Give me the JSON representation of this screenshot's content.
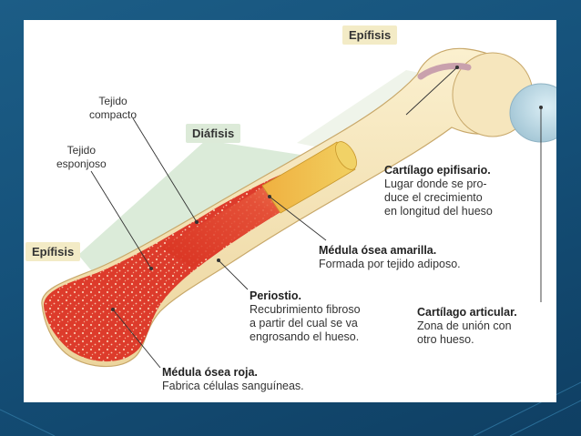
{
  "labels": {
    "epifisis_top": "Epífisis",
    "epifisis_left": "Epífisis",
    "diafisis": "Diáfisis",
    "tejido_compacto": [
      "Tejido",
      "compacto"
    ],
    "tejido_esponjoso": [
      "Tejido",
      "esponjoso"
    ],
    "cartilago_epifisario": {
      "title": "Cartílago epifisario.",
      "lines": [
        "Lugar donde se pro-",
        "duce el crecimiento",
        "en longitud del hueso"
      ]
    },
    "medula_amarilla": {
      "title": "Médula ósea amarilla.",
      "lines": [
        "Formada por tejido adiposo."
      ]
    },
    "periostio": {
      "title": "Periostio.",
      "lines": [
        "Recubrimiento fibroso",
        "a partir del cual se va",
        "engrosando el hueso."
      ]
    },
    "cartilago_articular": {
      "title": "Cartílago articular.",
      "lines": [
        "Zona de unión con",
        "otro hueso."
      ]
    },
    "medula_roja": {
      "title": "Médula ósea roja.",
      "lines": [
        "Fabrica células sanguíneas."
      ]
    }
  },
  "colors": {
    "background": "#15517a",
    "panel": "#ffffff",
    "tag_bg": "#f3ebc6",
    "diafisis_tag_bg": "#dcead8",
    "bone": "#f6e6b6",
    "bone_head": "#f2ddb0",
    "red_marrow": "#dd3a2c",
    "yellow_marrow": "#e8c23c",
    "cartilage_articular": "#b6d4e0",
    "cartilage_epiphyseal": "#c9a1ad",
    "callout_wedge": "#d5e8d2",
    "leader": "#333333"
  }
}
